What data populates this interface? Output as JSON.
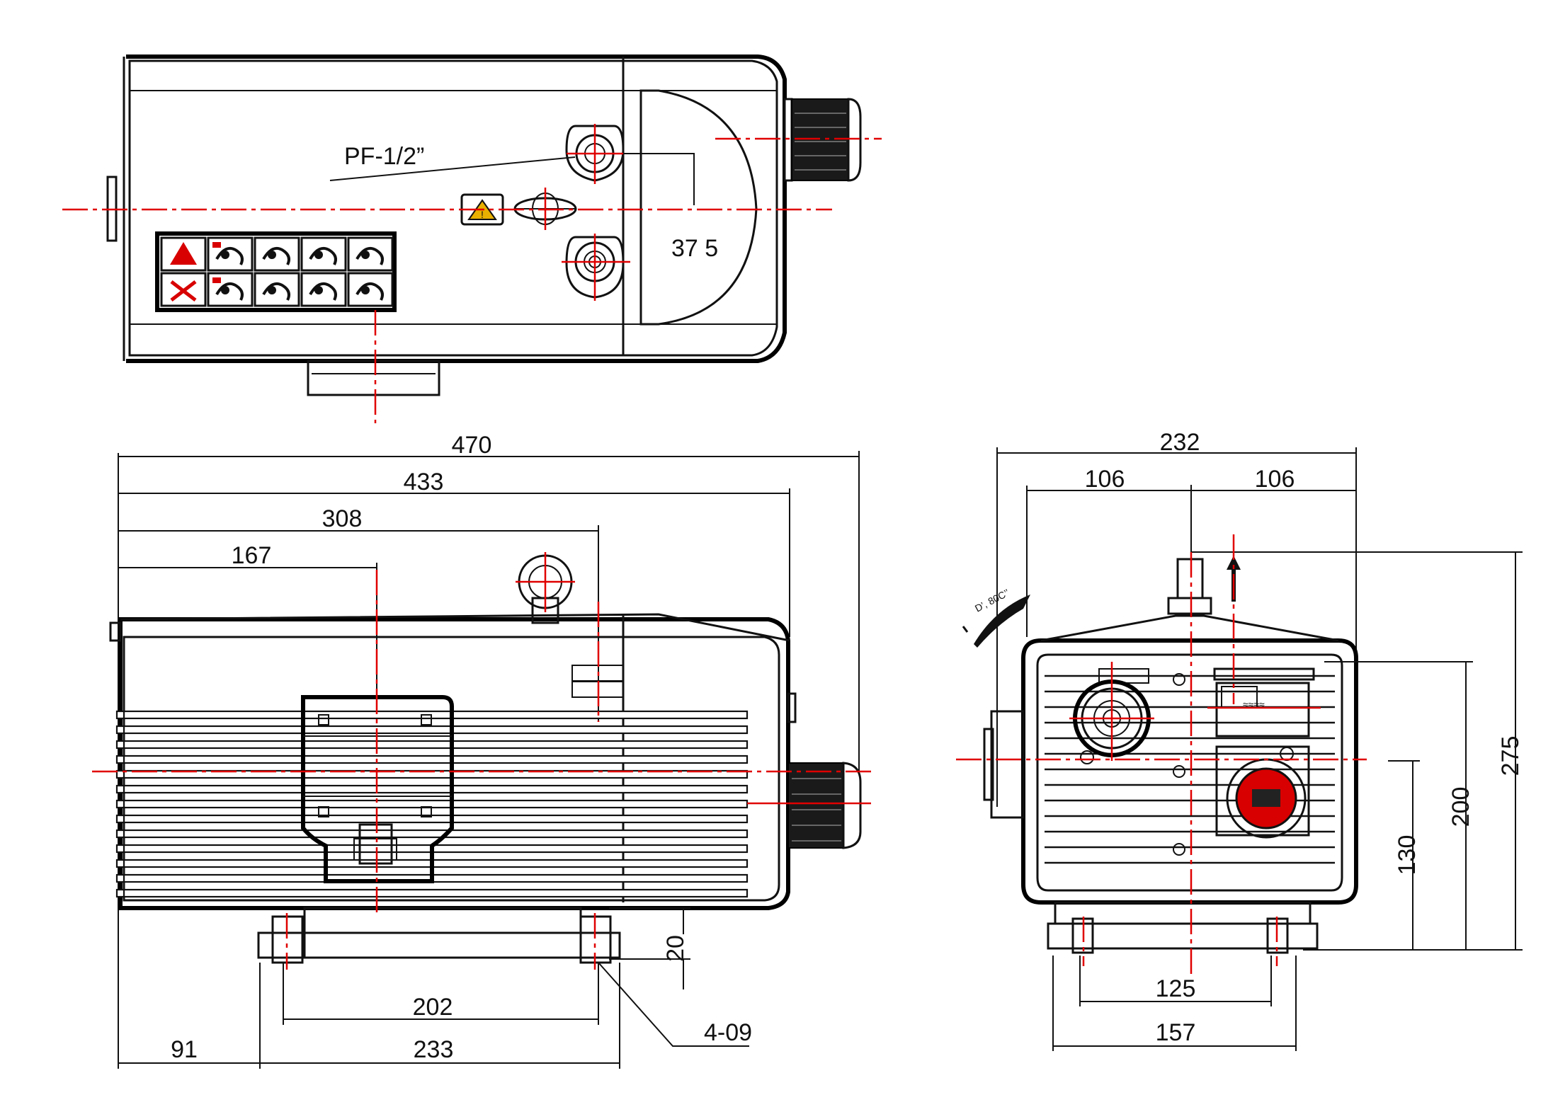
{
  "labels": {
    "thread": "PF-1/2”",
    "port_spacing": "37 5",
    "side_overall": "470",
    "side_433": "433",
    "side_308": "308",
    "side_167": "167",
    "foot_height": "20",
    "foot_spacing": "202",
    "offset_91": "91",
    "base_233": "233",
    "holes": "4-09",
    "front_width": "232",
    "front_left_half": "106",
    "front_right_half": "106",
    "front_height_275": "275",
    "front_height_200": "200",
    "front_height_130": "130",
    "front_foot_spacing": "125",
    "front_base": "157",
    "rotation_mark": "D’, 80C’’",
    "nameplate": "≈≈≈≈"
  },
  "colors": {
    "centerline": "#e00000",
    "outline": "#111111",
    "warning": "#d80000"
  },
  "icons": [
    "warning-triangle-icon",
    "hand-hazard-icon",
    "fan-hazard-icon",
    "hot-surface-icon",
    "rotation-hazard-icon",
    "no-touch-icon",
    "eye-protection-icon",
    "hand-pinch-icon",
    "glove-icon",
    "manual-icon"
  ]
}
